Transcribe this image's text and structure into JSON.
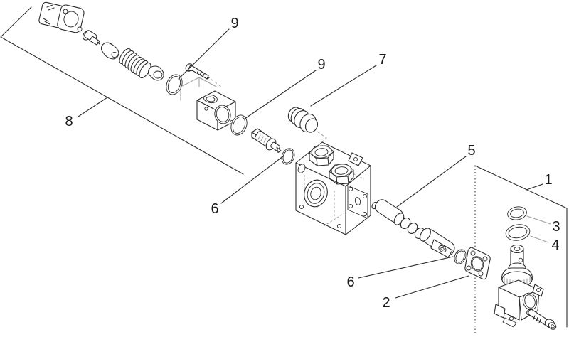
{
  "diagram": {
    "type": "exploded-parts-diagram",
    "subject": "hydraulic-valve-assembly",
    "background_color": "#ffffff",
    "line_color": "#2b2b2b",
    "ghost_line_color": "#9c9c9c",
    "label_color": "#1a1a1a",
    "callouts": [
      {
        "label": "9",
        "points_to": "o-ring-9a"
      },
      {
        "label": "9",
        "points_to": "o-ring-9b"
      },
      {
        "label": "7",
        "points_to": "hex-plug"
      },
      {
        "label": "8",
        "points_to": "solenoid-valve-group"
      },
      {
        "label": "6",
        "points_to": "o-ring-6a"
      },
      {
        "label": "5",
        "points_to": "valve-spool"
      },
      {
        "label": "1",
        "points_to": "relief-valve-group"
      },
      {
        "label": "3",
        "points_to": "o-ring-3"
      },
      {
        "label": "4",
        "points_to": "o-ring-4"
      },
      {
        "label": "6",
        "points_to": "o-ring-6b"
      },
      {
        "label": "2",
        "points_to": "mounting-gasket"
      }
    ],
    "parts": [
      {
        "name": "solenoid-coil"
      },
      {
        "name": "solenoid-poppet"
      },
      {
        "name": "valve-seat"
      },
      {
        "name": "valve-spring"
      },
      {
        "name": "spring-cap"
      },
      {
        "name": "o-ring-9a"
      },
      {
        "name": "mounting-screw"
      },
      {
        "name": "solenoid-valve-body"
      },
      {
        "name": "o-ring-9b"
      },
      {
        "name": "pressure-cartridge"
      },
      {
        "name": "o-ring-6a"
      },
      {
        "name": "hex-plug"
      },
      {
        "name": "main-valve-block"
      },
      {
        "name": "valve-spool"
      },
      {
        "name": "o-ring-6b"
      },
      {
        "name": "mounting-gasket"
      },
      {
        "name": "o-ring-3"
      },
      {
        "name": "o-ring-4"
      },
      {
        "name": "relief-valve"
      },
      {
        "name": "mounting-bolt"
      }
    ]
  }
}
